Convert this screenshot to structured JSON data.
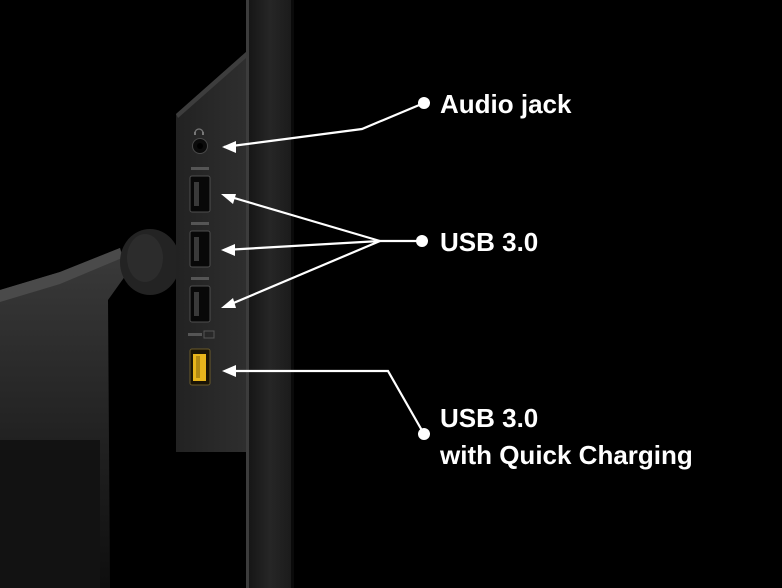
{
  "labels": {
    "audio": "Audio jack",
    "usb": "USB 3.0",
    "quick_charge_line1": "USB 3.0",
    "quick_charge_line2": "with Quick Charging"
  },
  "ports": [
    {
      "type": "audio",
      "icon": "headphone-icon"
    },
    {
      "type": "usb-3.0",
      "icon": "usb-ss-icon"
    },
    {
      "type": "usb-3.0",
      "icon": "usb-ss-icon"
    },
    {
      "type": "usb-3.0",
      "icon": "usb-ss-icon"
    },
    {
      "type": "usb-3.0-quick-charge",
      "icon": "usb-ss-charge-icon"
    }
  ],
  "colors": {
    "background": "#000000",
    "callout": "#ffffff",
    "quick_charge_port": "#e8b51c",
    "panel": "#2b2b2b"
  }
}
